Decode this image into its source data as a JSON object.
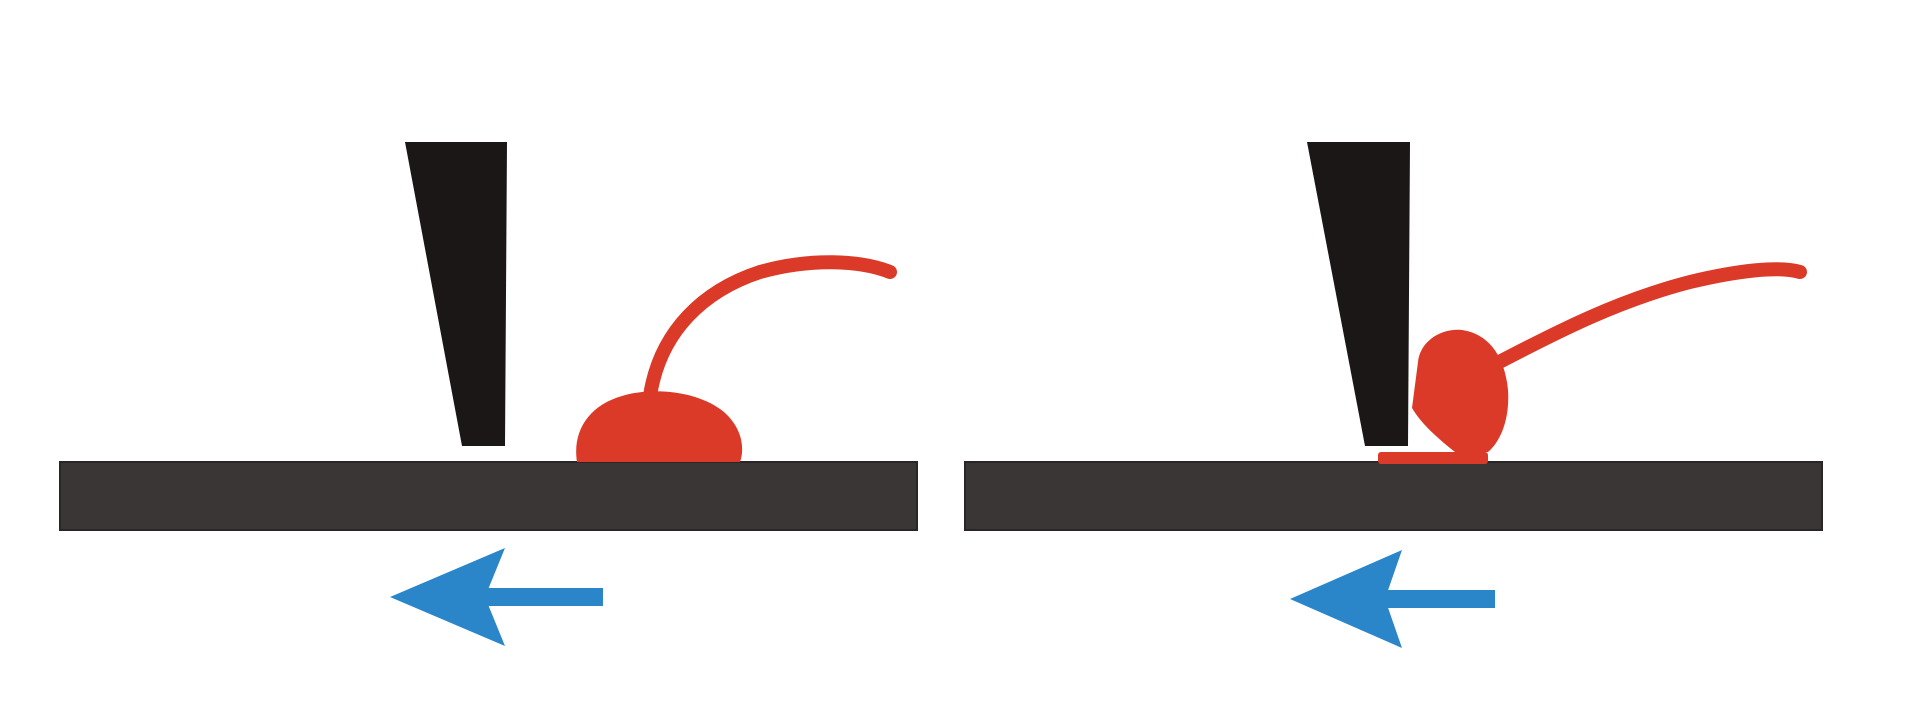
{
  "colors": {
    "background": "#ffffff",
    "substrate": "#3a3636",
    "substrate_edge": "#2a2626",
    "tip": "#1b1716",
    "deposit": "#dc3a28",
    "direction_arrow": "#2b86c9"
  },
  "panels": [
    {
      "id": "before-contact",
      "tip_icon": "tapered-tip-icon",
      "deposit_icon": "droplet-with-tail-icon",
      "arrow_icon": "arrow-left-icon",
      "motion_direction": "left"
    },
    {
      "id": "after-contact",
      "tip_icon": "tapered-tip-icon",
      "deposit_icon": "droplet-with-tail-icon",
      "arrow_icon": "arrow-left-icon",
      "motion_direction": "left"
    }
  ]
}
